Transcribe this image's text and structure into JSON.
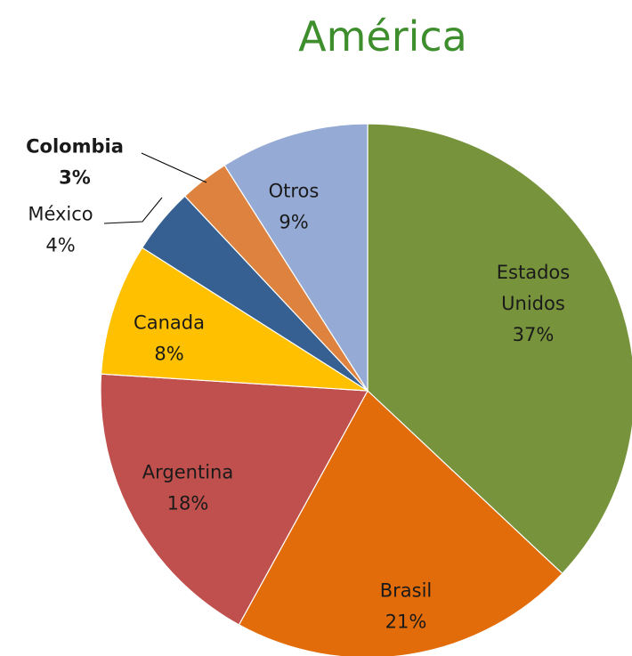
{
  "chart_data": {
    "type": "pie",
    "title": "América",
    "title_color": "#3e8e2e",
    "slices": [
      {
        "name": "Estados Unidos",
        "label_lines": [
          "Estados",
          "Unidos"
        ],
        "value": 37,
        "value_label": "37%",
        "color": "#77933c"
      },
      {
        "name": "Brasil",
        "label_lines": [
          "Brasil"
        ],
        "value": 21,
        "value_label": "21%",
        "color": "#e36c0a"
      },
      {
        "name": "Argentina",
        "label_lines": [
          "Argentina"
        ],
        "value": 18,
        "value_label": "18%",
        "color": "#c0504d"
      },
      {
        "name": "Canada",
        "label_lines": [
          "Canada"
        ],
        "value": 8,
        "value_label": "8%",
        "color": "#ffc000"
      },
      {
        "name": "México",
        "label_lines": [
          "México"
        ],
        "value": 4,
        "value_label": "4%",
        "color": "#376092"
      },
      {
        "name": "Colombia",
        "label_lines": [
          "Colombia"
        ],
        "value": 3,
        "value_label": "3%",
        "color": "#dd833f",
        "bold": true
      },
      {
        "name": "Otros",
        "label_lines": [
          "Otros"
        ],
        "value": 9,
        "value_label": "9%",
        "color": "#95abd6"
      }
    ],
    "start_angle": "12 o'clock",
    "direction": "clockwise",
    "data_labels": "category and percentage",
    "legend": "none"
  }
}
